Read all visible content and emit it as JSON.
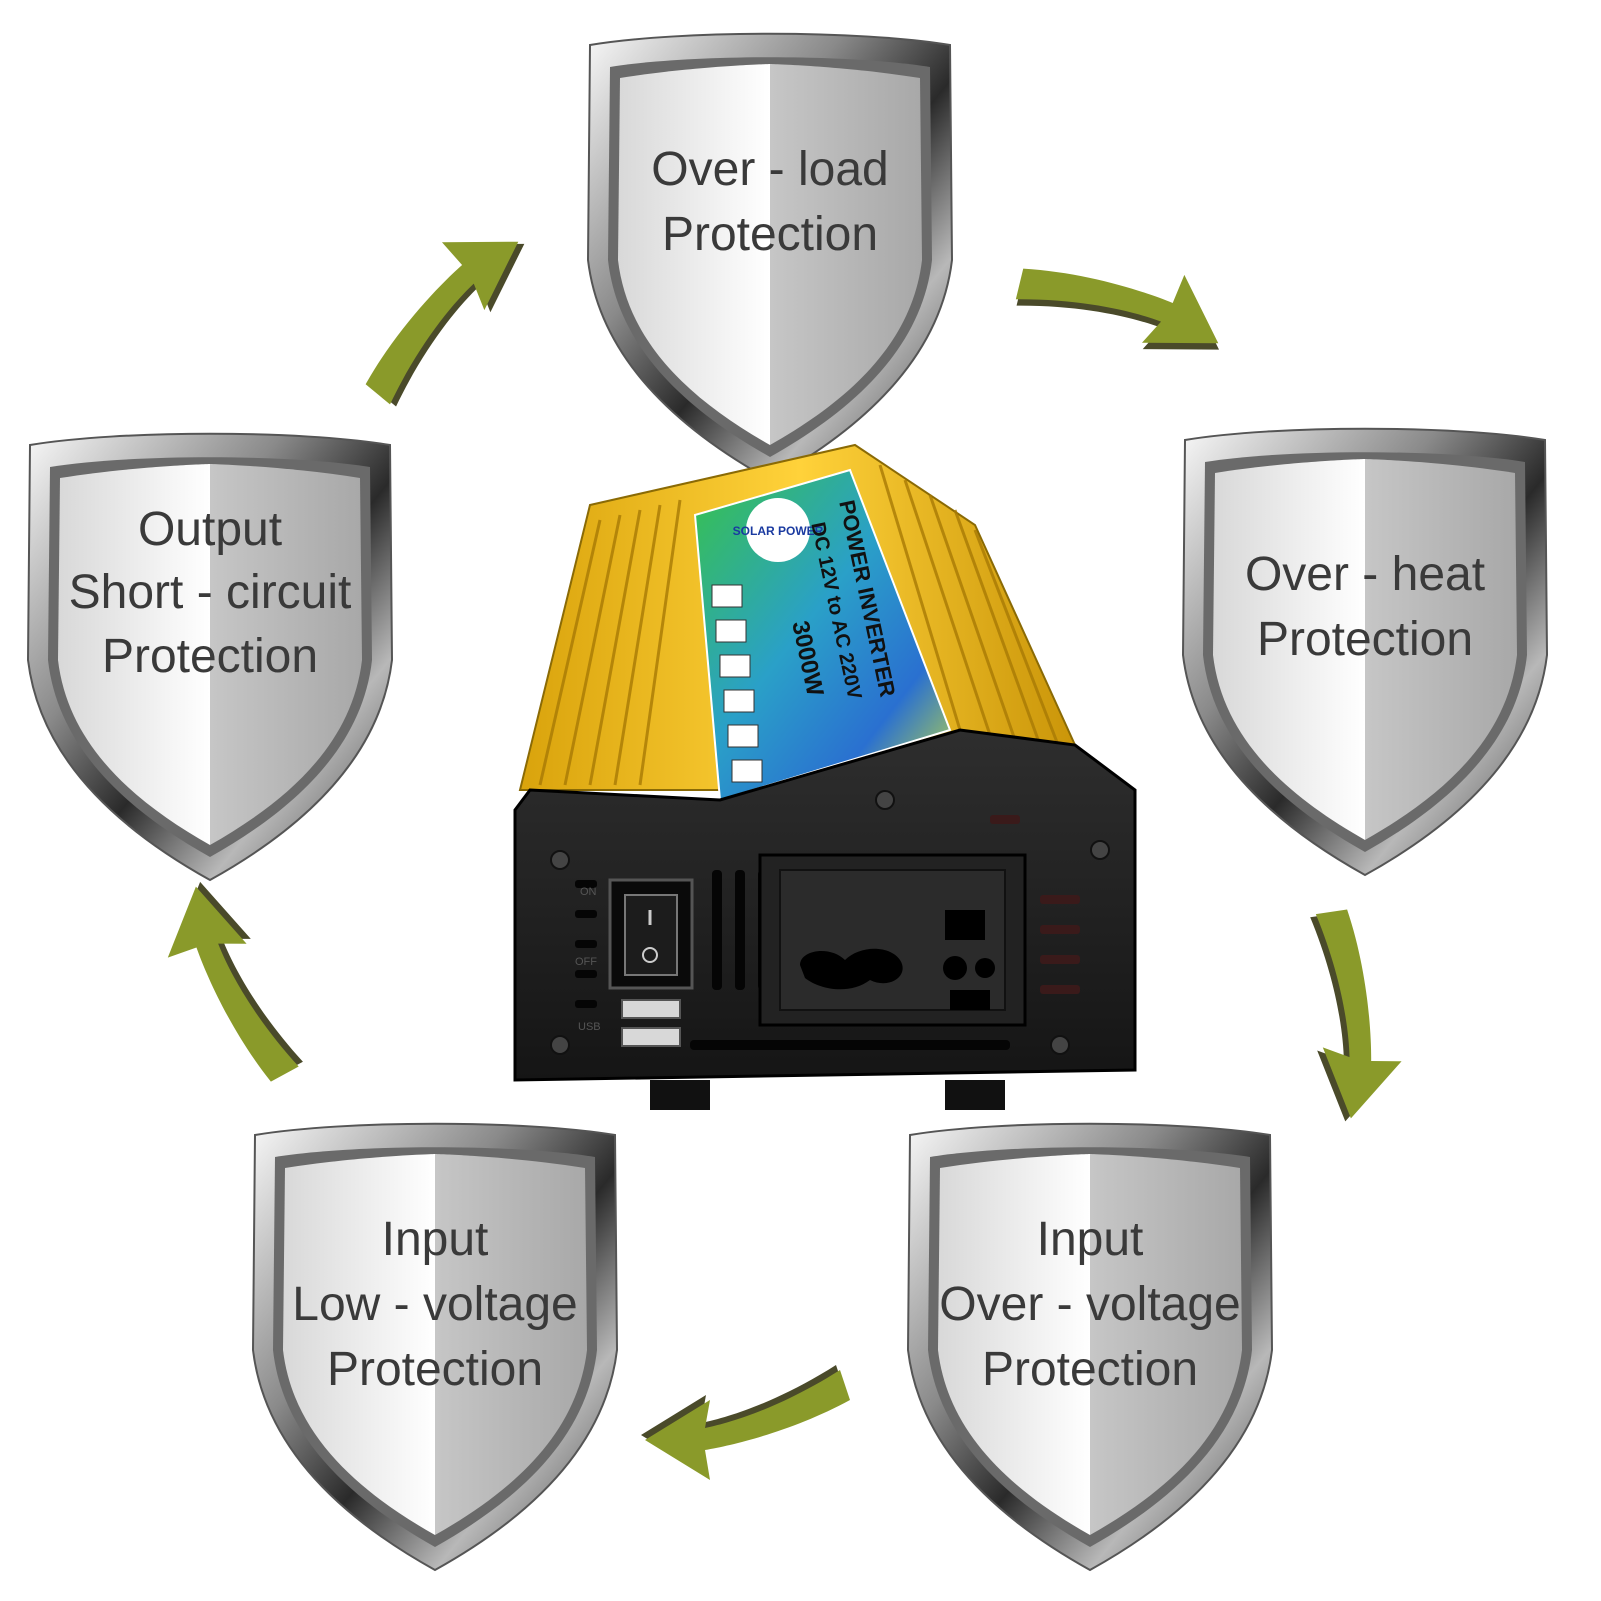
{
  "shields": [
    {
      "id": "overload",
      "lines": [
        "Over - load",
        "Protection"
      ]
    },
    {
      "id": "overheat",
      "lines": [
        "Over - heat",
        "Protection"
      ]
    },
    {
      "id": "input-overvoltage",
      "lines": [
        "Input",
        "Over - voltage",
        "Protection"
      ]
    },
    {
      "id": "input-lowvoltage",
      "lines": [
        "Input",
        "Low - voltage",
        "Protection"
      ]
    },
    {
      "id": "output-short",
      "lines": [
        "Output",
        "Short - circuit",
        "Protection"
      ]
    }
  ],
  "device": {
    "label_title": "POWER INVERTER",
    "label_spec": "DC 12V to AC 220V",
    "label_power": "3000W",
    "brand_text": "SOLAR POWER",
    "switch_on": "ON",
    "switch_off": "OFF",
    "usb": "USB"
  },
  "colors": {
    "arrow": "#8a9a2a",
    "arrow_shadow": "#4a4a2a",
    "housing": "#f3c21a",
    "panel": "#1e1e1e"
  }
}
